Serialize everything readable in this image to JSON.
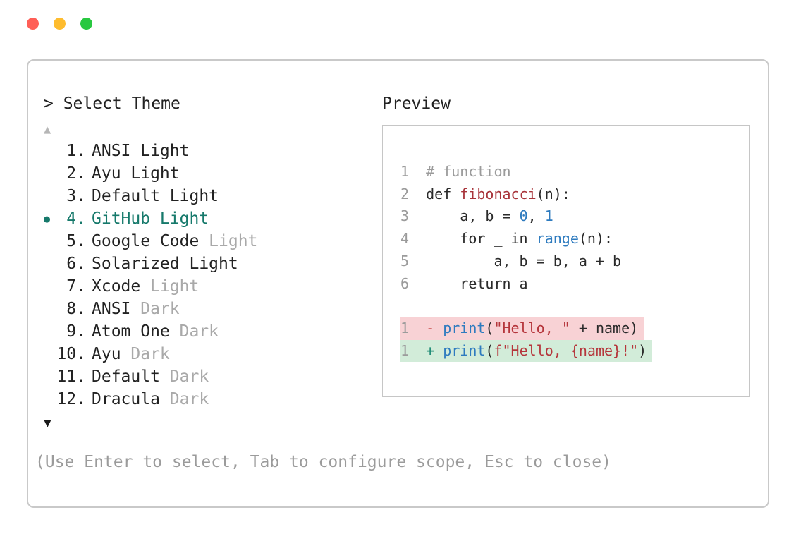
{
  "window": {
    "controls": [
      {
        "name": "close-button",
        "color": "#ff5f57"
      },
      {
        "name": "minimize-button",
        "color": "#febc2e"
      },
      {
        "name": "zoom-button",
        "color": "#28c840"
      }
    ]
  },
  "picker": {
    "prompt": "> Select Theme",
    "scroll_up": "▲",
    "scroll_down": "▼",
    "selected_bullet": "●",
    "hint": "(Use Enter to select, Tab to configure scope, Esc to close)",
    "items": [
      {
        "number": "1.",
        "selected": false,
        "parts": [
          {
            "text": "ANSI Light",
            "dim": false
          }
        ]
      },
      {
        "number": "2.",
        "selected": false,
        "parts": [
          {
            "text": "Ayu Light",
            "dim": false
          }
        ]
      },
      {
        "number": "3.",
        "selected": false,
        "parts": [
          {
            "text": "Default Light",
            "dim": false
          }
        ]
      },
      {
        "number": "4.",
        "selected": true,
        "parts": [
          {
            "text": "GitHub Light",
            "dim": false
          }
        ]
      },
      {
        "number": "5.",
        "selected": false,
        "parts": [
          {
            "text": "Google Code ",
            "dim": false
          },
          {
            "text": "Light",
            "dim": true
          }
        ]
      },
      {
        "number": "6.",
        "selected": false,
        "parts": [
          {
            "text": "Solarized Light",
            "dim": false
          }
        ]
      },
      {
        "number": "7.",
        "selected": false,
        "parts": [
          {
            "text": "Xcode ",
            "dim": false
          },
          {
            "text": "Light",
            "dim": true
          }
        ]
      },
      {
        "number": "8.",
        "selected": false,
        "parts": [
          {
            "text": "ANSI ",
            "dim": false
          },
          {
            "text": "Dark",
            "dim": true
          }
        ]
      },
      {
        "number": "9.",
        "selected": false,
        "parts": [
          {
            "text": "Atom One ",
            "dim": false
          },
          {
            "text": "Dark",
            "dim": true
          }
        ]
      },
      {
        "number": "10.",
        "selected": false,
        "parts": [
          {
            "text": "Ayu ",
            "dim": false
          },
          {
            "text": "Dark",
            "dim": true
          }
        ]
      },
      {
        "number": "11.",
        "selected": false,
        "parts": [
          {
            "text": "Default ",
            "dim": false
          },
          {
            "text": "Dark",
            "dim": true
          }
        ]
      },
      {
        "number": "12.",
        "selected": false,
        "parts": [
          {
            "text": "Dracula ",
            "dim": false
          },
          {
            "text": "Dark",
            "dim": true
          }
        ]
      }
    ]
  },
  "preview": {
    "label": "Preview",
    "colors": {
      "comment": "#9b9b9b",
      "default": "#2a2a2a",
      "function": "#a8343a",
      "number": "#2e7bbf",
      "builtin": "#2e7bbf",
      "string": "#b5353b",
      "diff_minus": "#c03a3a",
      "diff_plus": "#1d8a74",
      "line_number": "#9b9b9b",
      "removed_bg": "#f8d2d5",
      "added_bg": "#d2ecd9"
    },
    "code_lines": [
      {
        "num": "1",
        "bg": null,
        "tokens": [
          {
            "t": "# function",
            "c": "comment"
          }
        ]
      },
      {
        "num": "2",
        "bg": null,
        "tokens": [
          {
            "t": "def ",
            "c": "default"
          },
          {
            "t": "fibonacci",
            "c": "function"
          },
          {
            "t": "(n):",
            "c": "default"
          }
        ]
      },
      {
        "num": "3",
        "bg": null,
        "tokens": [
          {
            "t": "    a, b = ",
            "c": "default"
          },
          {
            "t": "0",
            "c": "number"
          },
          {
            "t": ", ",
            "c": "default"
          },
          {
            "t": "1",
            "c": "number"
          }
        ]
      },
      {
        "num": "4",
        "bg": null,
        "tokens": [
          {
            "t": "    for _ in ",
            "c": "default"
          },
          {
            "t": "range",
            "c": "builtin"
          },
          {
            "t": "(n):",
            "c": "default"
          }
        ]
      },
      {
        "num": "5",
        "bg": null,
        "tokens": [
          {
            "t": "        a, b = b, a + b",
            "c": "default"
          }
        ]
      },
      {
        "num": "6",
        "bg": null,
        "tokens": [
          {
            "t": "    return a",
            "c": "default"
          }
        ]
      },
      {
        "num": "",
        "bg": null,
        "tokens": []
      },
      {
        "num": "1",
        "bg": "removed",
        "tokens": [
          {
            "t": "- ",
            "c": "diff_minus"
          },
          {
            "t": "print",
            "c": "builtin"
          },
          {
            "t": "(",
            "c": "default"
          },
          {
            "t": "\"Hello, \"",
            "c": "string"
          },
          {
            "t": " + name)",
            "c": "default"
          }
        ]
      },
      {
        "num": "1",
        "bg": "added",
        "tokens": [
          {
            "t": "+ ",
            "c": "diff_plus"
          },
          {
            "t": "print",
            "c": "builtin"
          },
          {
            "t": "(",
            "c": "default"
          },
          {
            "t": "f\"Hello, {name}!\"",
            "c": "string"
          },
          {
            "t": ")",
            "c": "default"
          }
        ]
      }
    ]
  },
  "ui_colors": {
    "selected": "#16796b",
    "dim": "#a9a9a9",
    "text": "#222222",
    "hint": "#9b9b9b",
    "border": "#c9c9c9",
    "scroll_up": "#b6b6b6",
    "scroll_down": "#1a1a1a"
  }
}
